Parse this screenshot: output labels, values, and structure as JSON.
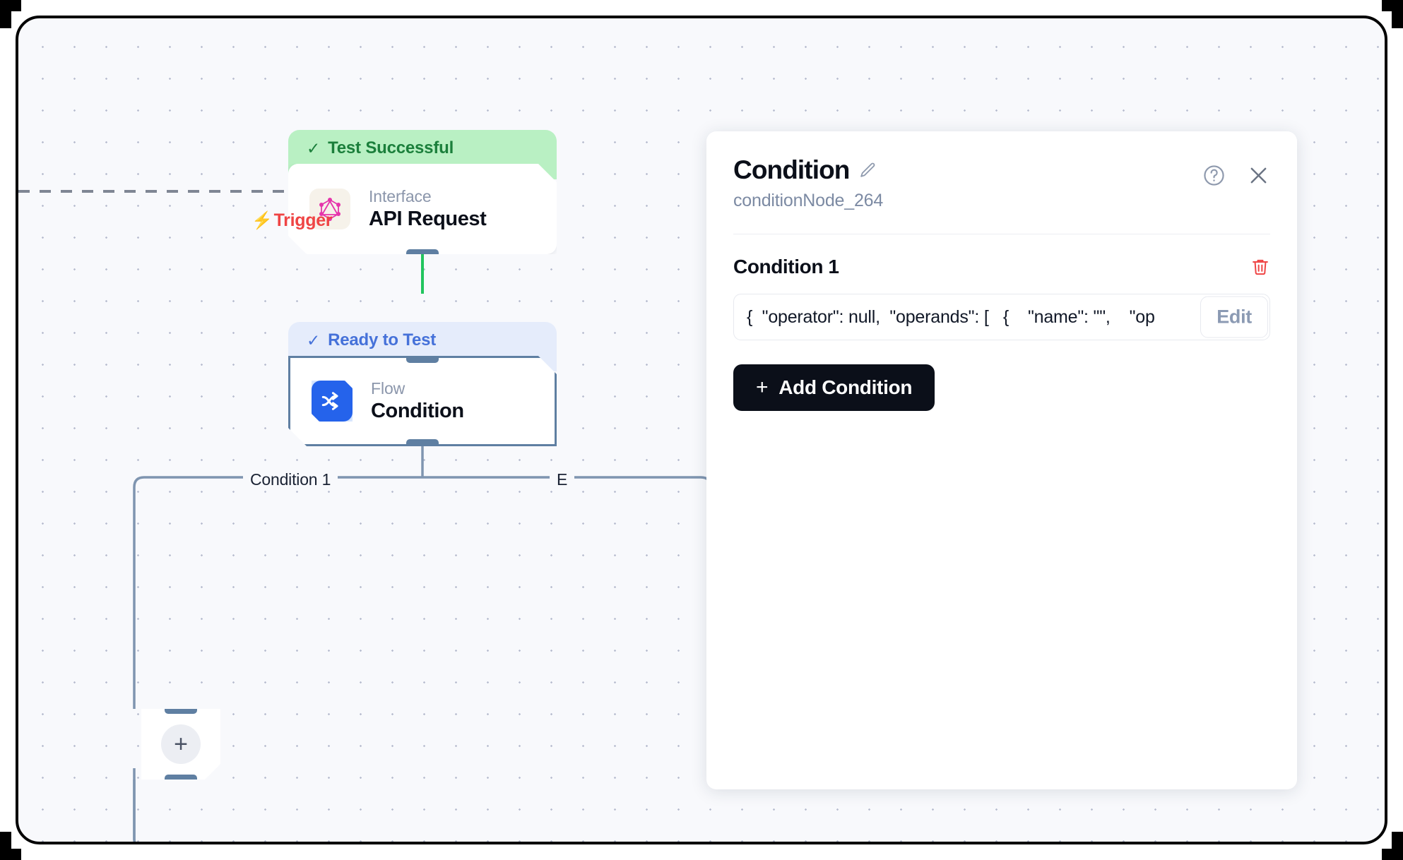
{
  "canvas": {
    "trigger": {
      "label": "Trigger",
      "icon": "lightning-bolt-icon",
      "color": "#ef4444"
    },
    "nodes": [
      {
        "status": "Test Successful",
        "status_type": "success",
        "kind": "Interface",
        "title": "API Request",
        "icon": "graphql-icon"
      },
      {
        "status": "Ready to Test",
        "status_type": "ready",
        "kind": "Flow",
        "title": "Condition",
        "icon": "flow-branch-icon",
        "selected": true
      }
    ],
    "edge_labels": [
      "Condition 1",
      "E"
    ],
    "placeholder": {
      "icon": "plus-icon",
      "label": "+"
    },
    "edge_colors": {
      "active": "#22c55e",
      "default": "#7f95b0"
    }
  },
  "panel": {
    "title": "Condition",
    "edit_title_icon": "pencil-icon",
    "subtitle": "conditionNode_264",
    "help_icon": "help-circle-icon",
    "close_icon": "close-icon",
    "condition": {
      "label": "Condition 1",
      "delete_icon": "trash-icon",
      "value": "{  \"operator\": null,  \"operands\": [   {    \"name\": \"\",    \"op",
      "edit_label": "Edit"
    },
    "add_condition_label": "Add Condition",
    "add_icon": "plus-icon"
  }
}
